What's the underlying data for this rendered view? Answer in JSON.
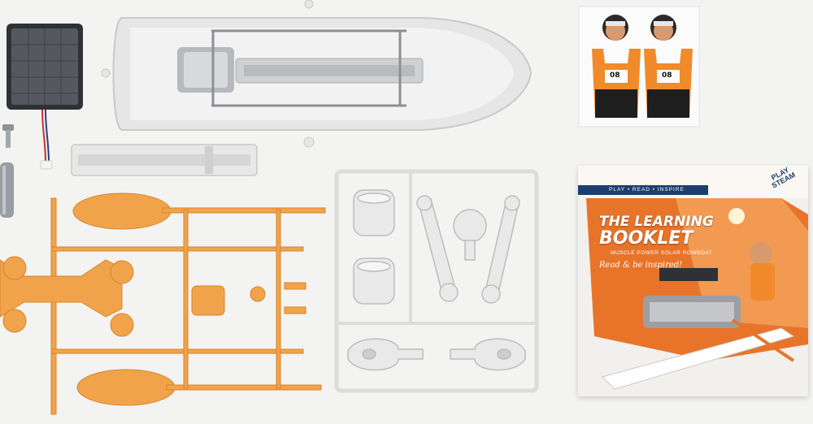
{
  "colors": {
    "background": "#f3f3f1",
    "orange_parts": "#f0a34a",
    "white_parts": "#e9e9e9",
    "booklet_accent": "#e8742a",
    "navy": "#1d3f6e"
  },
  "booklet": {
    "tagline": "PLAY • READ • INSPIRE",
    "title_line1": "THE LEARNING",
    "title_line2": "BOOKLET",
    "subtitle": "MUSCLE POWER SOLAR ROWBOAT",
    "slogan": "Read & be inspired!",
    "logo_line1": "PLAY",
    "logo_line2": "STEAM"
  },
  "stickers": {
    "number_left": "08",
    "number_right": "08"
  },
  "icons": [
    "solar-panel-icon",
    "boat-hull-icon",
    "oar-icon",
    "rower-figure-icon"
  ]
}
